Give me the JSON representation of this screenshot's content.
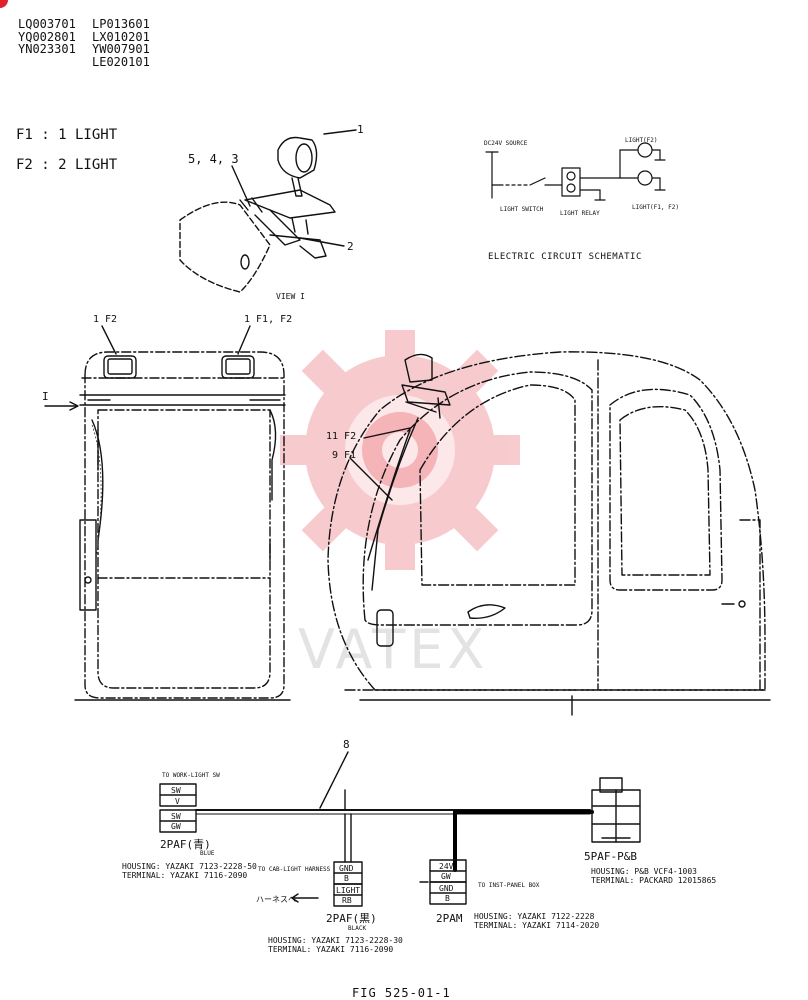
{
  "header": {
    "codes_col1": [
      "LQ003701",
      "YQ002801",
      "YN023301"
    ],
    "codes_col2": [
      "LP013601",
      "LX010201",
      "YW007901",
      "LE020101"
    ]
  },
  "legend": {
    "f1": "F1 : 1 LIGHT",
    "f2": "F2 : 2 LIGHT"
  },
  "detail": {
    "callout_1": "1",
    "callout_543": "5, 4, 3",
    "callout_2": "2",
    "view_label": "VIEW I"
  },
  "schematic": {
    "title": "ELECTRIC CIRCUIT SCHEMATIC",
    "source": "DC24V SOURCE",
    "switch": "LIGHT SWITCH",
    "relay": "LIGHT RELAY",
    "light_f2": "LIGHT(F2)",
    "light_f1f2": "LIGHT(F1, F2)"
  },
  "cab": {
    "left_light": "1 F2",
    "right_light": "1 F1, F2",
    "view_arrow": "I",
    "callout_11": "11 F2",
    "callout_9": "9 F1"
  },
  "harness": {
    "callout_8": "8",
    "to_work_light": "TO WORK-LIGHT SW",
    "conn_sw_top": "SW",
    "conn_v": "V",
    "conn_sw_bot": "SW",
    "conn_gw": "GW",
    "conn_2paf_blue": "2PAF(青)",
    "blue": "BLUE",
    "housing_1": "HOUSING: YAZAKI  7123-2228-50",
    "terminal_1": "TERMINAL: YAZAKI  7116-2090",
    "to_cab_light": "TO CAB-LIGHT HARNESS",
    "gnd": "GND",
    "b": "B",
    "light": "LIGHT",
    "rb": "RB",
    "harness_jp": "ハーネスへ",
    "conn_2paf_black": "2PAF(黒)",
    "black": "BLACK",
    "housing_2": "HOUSING: YAZAKI  7123-2228-30",
    "terminal_2": "TERMINAL: YAZAKI  7116-2090",
    "v24": "24V",
    "gw": "GW",
    "gnd2": "GND",
    "b2": "B",
    "to_inst_panel": "TO INST-PANEL BOX",
    "conn_2pam": "2PAM",
    "housing_3": "HOUSING: YAZAKI  7122-2228",
    "terminal_3": "TERMINAL: YAZAKI  7114-2020",
    "conn_5paf": "5PAF-P&B",
    "housing_4": "HOUSING: P&B  VCF4-1003",
    "terminal_4": "TERMINAL: PACKARD  12015865"
  },
  "footer": {
    "fig": "FIG 525-01-1"
  },
  "watermark": {
    "text": "VATEX",
    "color": "#f2a3a8"
  }
}
